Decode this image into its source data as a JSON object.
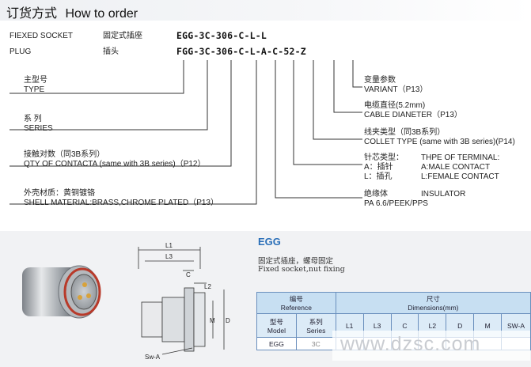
{
  "title": {
    "cn": "订货方式",
    "en": "How to order"
  },
  "codes": {
    "socket": {
      "label_en": "FIEXED SOCKET",
      "label_cn": "固定式插座",
      "parts": [
        "EGG",
        "-",
        "3C",
        "-",
        "306",
        "-",
        "C",
        "-",
        "L",
        "-",
        "L"
      ]
    },
    "plug": {
      "label_en": "PLUG",
      "label_cn": "插头",
      "parts": [
        "FGG",
        "-",
        "3C",
        "-",
        "306",
        "-",
        "C",
        "-",
        "L",
        "-",
        "A",
        "-",
        "C",
        "-",
        "52",
        "-",
        "Z"
      ]
    }
  },
  "left_labels": [
    {
      "cn": "主型号",
      "en": "TYPE"
    },
    {
      "cn": "系 列",
      "en": "SERIES"
    },
    {
      "cn": "接触对数（同3B系列）",
      "en": "QTY OF CONTACTA (same with 3B series)（P12）"
    },
    {
      "cn": "外壳材质：黄铜镀铬",
      "en": "SHELL MATERIAL:BRASS,CHROME PLATED（P13）"
    }
  ],
  "right_labels": {
    "variant": {
      "cn": "变量参数",
      "en": "VARIANT（P13）"
    },
    "cable": {
      "cn": "电缆直径(5.2mm)",
      "en": "CABLE DIANETER（P13）"
    },
    "collet": {
      "cn": "线夹类型（同3B系列）",
      "en": "COLLET TYPE (same with 3B series)(P14)"
    },
    "terminal": {
      "cn": "针芯类型：",
      "en_title": "THPE OF TERMINAL:",
      "rows": [
        {
          "key": "A：插针",
          "value": "A:MALE CONTACT"
        },
        {
          "key": "L：插孔",
          "value": "L:FEMALE CONTACT"
        }
      ]
    },
    "insulator": {
      "cn": "绝缘体",
      "en": "INSULATOR",
      "sub": "PA 6.6/PEEK/PPS"
    }
  },
  "egg": {
    "title": "EGG",
    "desc_cn": "固定式插座，螺母固定",
    "desc_en": "Fixed socket,nut fixing"
  },
  "drawing_labels": {
    "l1": "L1",
    "l3": "L3",
    "c": "C",
    "l2": "L2",
    "m": "M",
    "d": "D",
    "swa": "Sw-A"
  },
  "spec_table": {
    "ref_cn": "编号",
    "ref_en": "Reference",
    "dim_cn": "尺寸",
    "dim_en": "Dimensions(mm)",
    "model_cn": "型号",
    "model_en": "Model",
    "series_cn": "系列",
    "series_en": "Series",
    "columns": [
      "L1",
      "L3",
      "C",
      "L2",
      "D",
      "M",
      "SW-A"
    ],
    "rows": [
      {
        "model": "EGG",
        "series": "3C"
      }
    ]
  },
  "watermark": "www.dzsc.com",
  "colors": {
    "title_bg": "#eef0f3",
    "accent": "#2a6fb8",
    "table_head": "#c7dff2",
    "table_border": "#6a8fbd"
  }
}
